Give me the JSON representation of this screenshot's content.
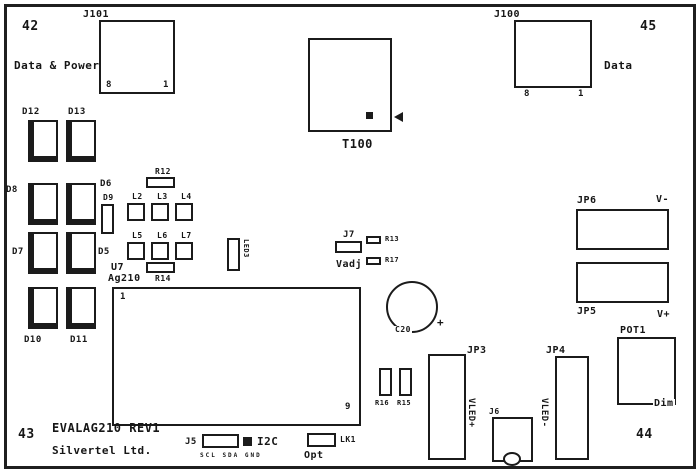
{
  "corners": {
    "top_left": "42",
    "top_right": "45",
    "bottom_left": "43",
    "bottom_right": "44"
  },
  "connectors": {
    "j101": {
      "ref": "J101",
      "pin8": "8",
      "pin1": "1",
      "caption": "Data & Power"
    },
    "j100": {
      "ref": "J100",
      "pin8": "8",
      "pin1": "1",
      "caption": "Data"
    },
    "j6": {
      "ref": "J6"
    },
    "j7": {
      "ref": "J7",
      "caption": "Vadj"
    },
    "j5": {
      "ref": "J5",
      "caption": "I2C",
      "pins": "SCL SDA GND"
    }
  },
  "transformer": {
    "ref": "T100"
  },
  "ic": {
    "ref": "U7",
    "part": "Ag210",
    "pin1": "1",
    "pin9": "9"
  },
  "diodes": {
    "d12": "D12",
    "d13": "D13",
    "d8": "D8",
    "d6": "D6",
    "d9": "D9",
    "d7": "D7",
    "d5": "D5",
    "d10": "D10",
    "d11": "D11"
  },
  "inductors": {
    "l2": "L2",
    "l3": "L3",
    "l4": "L4",
    "l5": "L5",
    "l6": "L6",
    "l7": "L7"
  },
  "resistors": {
    "r12": "R12",
    "r14": "R14",
    "r13": "R13",
    "r17": "R17",
    "r16": "R16",
    "r15": "R15"
  },
  "led": {
    "led3": "LED3"
  },
  "capacitor": {
    "ref": "C20",
    "polarity": "+"
  },
  "headers": {
    "jp6": {
      "ref": "JP6",
      "caption": "V-"
    },
    "jp5": {
      "ref": "JP5",
      "caption": "V+"
    },
    "jp3": {
      "ref": "JP3",
      "caption": "VLED+"
    },
    "jp4": {
      "ref": "JP4",
      "caption": "VLED-"
    }
  },
  "pot": {
    "ref": "POT1",
    "caption": "Dim"
  },
  "link": {
    "ref": "LK1",
    "caption": "Opt"
  },
  "footer": {
    "board_name": "EVALAG210 REV1",
    "company": "Silvertel Ltd."
  },
  "colors": {
    "silkscreen": "#1b1b1b",
    "background": "#ffffff"
  }
}
